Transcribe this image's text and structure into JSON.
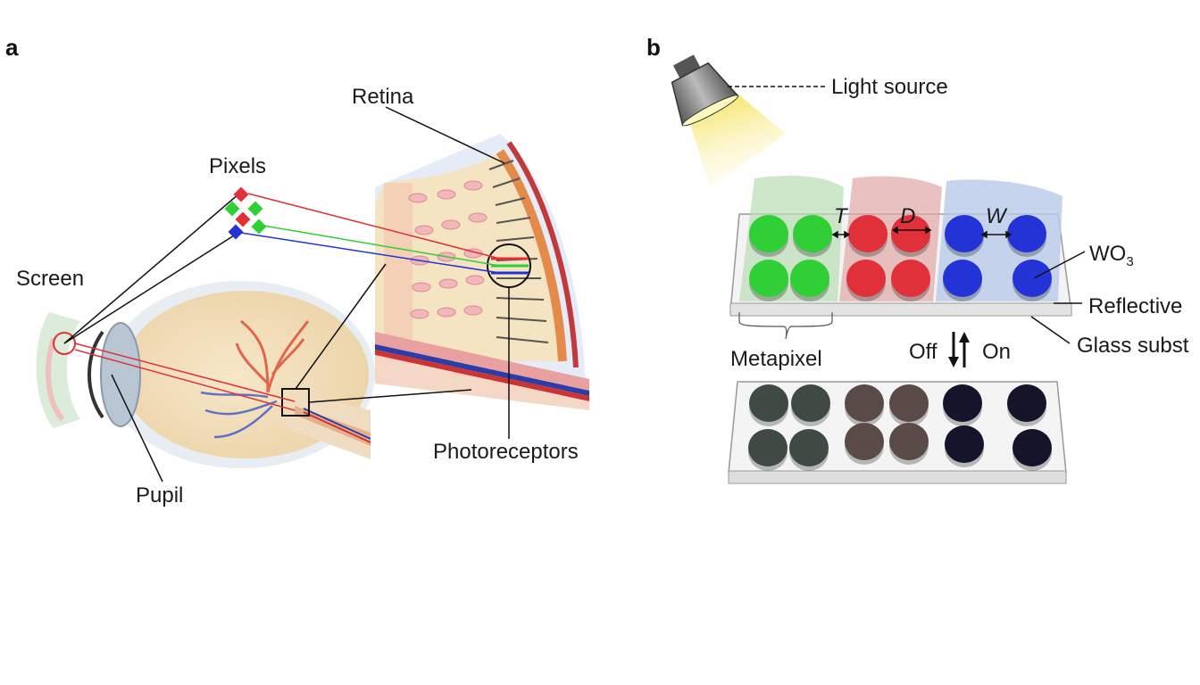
{
  "panel_a": {
    "letter": "a",
    "labels": {
      "retina": "Retina",
      "pixels": "Pixels",
      "screen": "Screen",
      "pupil": "Pupil",
      "photoreceptors": "Photoreceptors"
    }
  },
  "panel_b": {
    "letter": "b",
    "labels": {
      "light_source": "Light source",
      "t": "T",
      "d": "D",
      "w": "W",
      "wo3_main": "WO",
      "wo3_sub": "3",
      "reflective": "Reflective",
      "glass": "Glass subst",
      "metapixel": "Metapixel",
      "off": "Off",
      "on": "On"
    }
  },
  "colors": {
    "red_pixel": "#e0303a",
    "green_pixel": "#2fcf35",
    "blue_pixel": "#2433d6",
    "off_green": "#3f4a44",
    "off_red": "#5a4a48",
    "off_blue": "#14142a",
    "light_beam": "#f5e04a"
  }
}
